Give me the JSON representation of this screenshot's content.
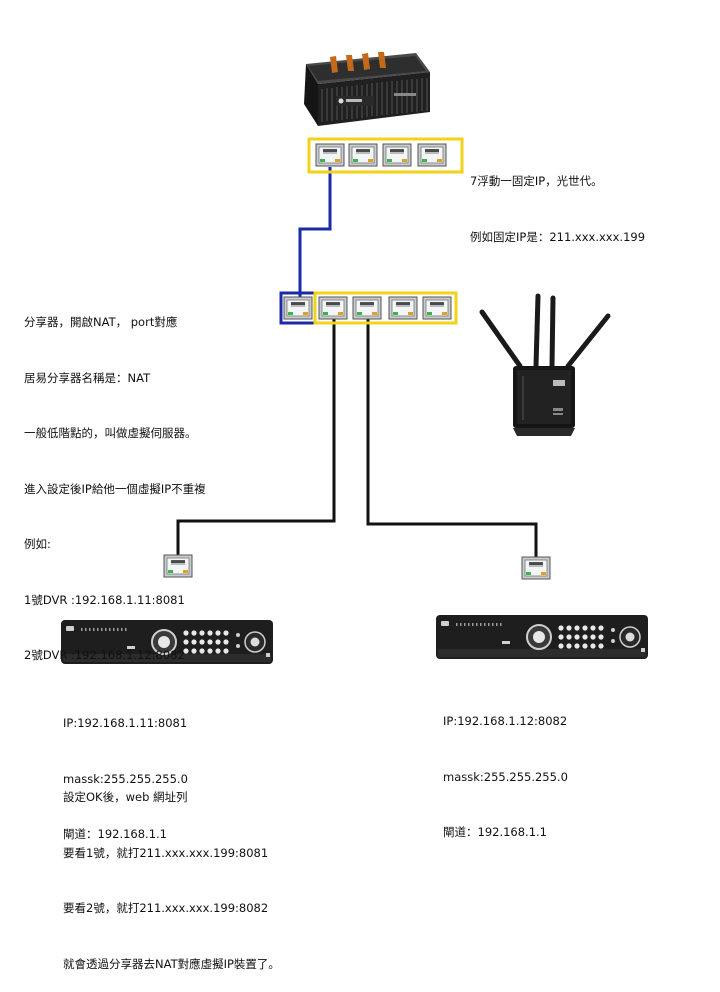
{
  "modem_note": {
    "lines": [
      "7浮動一固定IP，光世代。",
      "例如固定IP是：211.xxx.xxx.199"
    ]
  },
  "router_note": {
    "lines": [
      "分享器，開啟NAT， port對應",
      "居易分享器名稱是：NAT",
      "一般低階點的，叫做虛擬伺服器。",
      "進入設定後IP給他一個虛擬IP不重複",
      "例如:",
      "1號DVR :192.168.1.11:8081",
      "2號DVR :192.168.1.12:8082"
    ]
  },
  "dvr1_note": {
    "lines": [
      "IP:192.168.1.11:8081",
      "massk:255.255.255.0",
      "閘道：192.168.1.1"
    ]
  },
  "dvr2_note": {
    "lines": [
      "IP:192.168.1.12:8082",
      "massk:255.255.255.0",
      "閘道：192.168.1.1"
    ]
  },
  "summary_note": {
    "lines": [
      "設定OK後，web 網址列",
      "要看1號，就打211.xxx.xxx.199:8081",
      "要看2號，就打211.xxx.xxx.199:8082",
      "就會透過分享器去NAT對應虛擬IP裝置了。"
    ]
  },
  "colors": {
    "wan_cable": "#1a2aa8",
    "lan_cable": "#111111",
    "port_highlight": "#f2d21a",
    "wan_highlight": "#1a2aa8"
  },
  "icons": {
    "modem": "fiber-modem-icon",
    "router": "wifi-router-icon",
    "dvr": "dvr-recorder-icon",
    "port": "rj45-port-icon"
  }
}
